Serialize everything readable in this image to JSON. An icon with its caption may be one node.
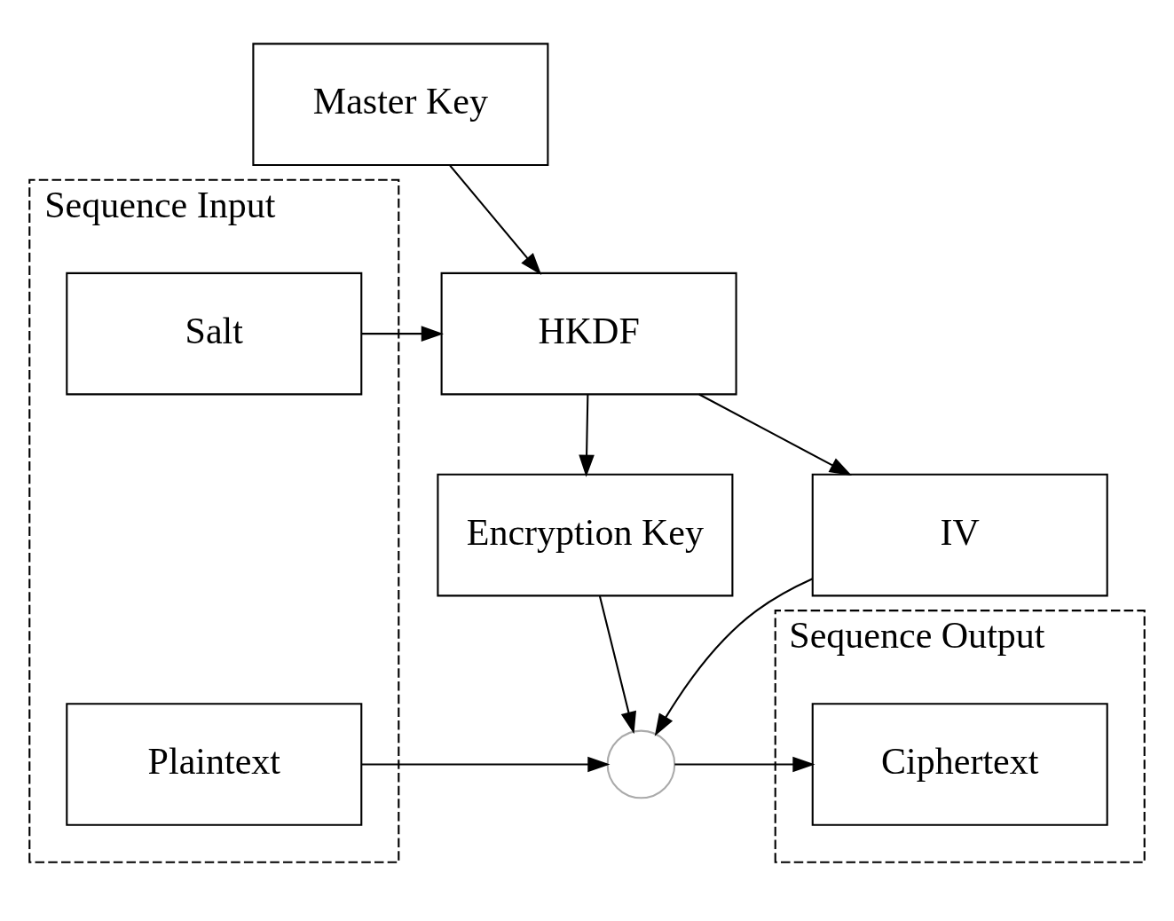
{
  "diagram": {
    "nodes": [
      {
        "text": [
          "Sequence Input"
        ]
      },
      {
        "text": [
          "Salt"
        ],
        "in": 0
      },
      {
        "text": [
          "Plaintext"
        ],
        "in": 0
      },
      {
        "text": [
          "Master Key"
        ]
      },
      {
        "text": [
          "HKDF"
        ]
      },
      {
        "text": [
          "Encryption Key"
        ]
      },
      {
        "text": [
          "IV"
        ]
      },
      {
        "text": [],
        "shape": "circle"
      },
      {
        "text": [
          "Sequence Output"
        ]
      },
      {
        "text": [
          "Ciphertext"
        ],
        "in": 8
      }
    ],
    "edges": [
      {
        "from": 3,
        "to": 4,
        "arrow": "to"
      },
      {
        "from": 1,
        "to": 4,
        "arrow": "to"
      },
      {
        "from": 4,
        "to": 5,
        "arrow": "to"
      },
      {
        "from": 4,
        "to": 6,
        "arrow": "to"
      },
      {
        "from": 5,
        "to": 7,
        "arrow": "to"
      },
      {
        "from": 6,
        "to": 7,
        "arrow": "to"
      },
      {
        "from": 2,
        "to": 7,
        "arrow": "to"
      },
      {
        "from": 7,
        "to": 9,
        "arrow": "to"
      }
    ]
  }
}
